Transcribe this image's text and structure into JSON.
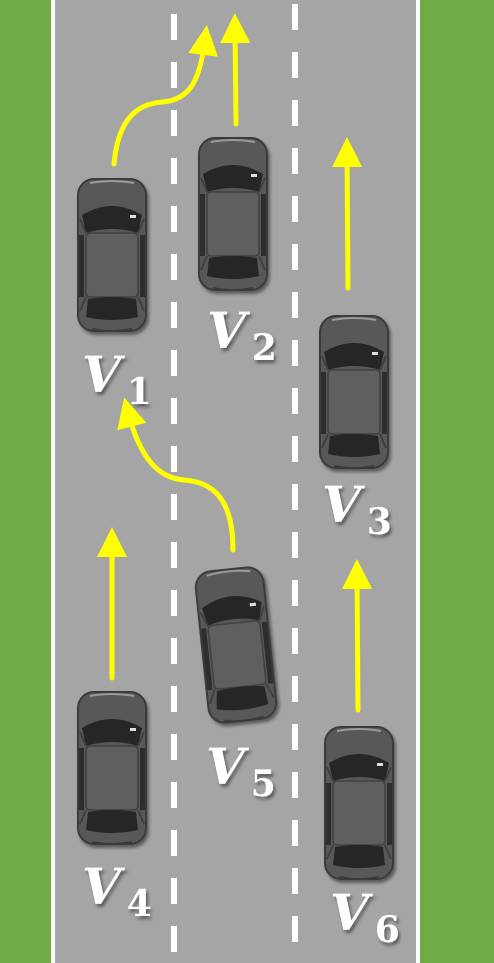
{
  "scene": {
    "grass_color": "#6fac47",
    "road_color": "#a5a5a5",
    "edge_line_color": "#ffffff",
    "lane_dash_color": "#ffffff",
    "arrow_color": "#ffff00",
    "car_body_color": "#595959",
    "car_glass_color": "#262626",
    "lane_count": 3
  },
  "vehicles": [
    {
      "letter": "V",
      "index": "1",
      "lane": 1,
      "maneuver": "lane-change-right"
    },
    {
      "letter": "V",
      "index": "2",
      "lane": 2,
      "maneuver": "straight"
    },
    {
      "letter": "V",
      "index": "3",
      "lane": 3,
      "maneuver": "straight"
    },
    {
      "letter": "V",
      "index": "4",
      "lane": 1,
      "maneuver": "straight"
    },
    {
      "letter": "V",
      "index": "5",
      "lane": 2,
      "maneuver": "lane-change-left"
    },
    {
      "letter": "V",
      "index": "6",
      "lane": 3,
      "maneuver": "straight"
    }
  ]
}
